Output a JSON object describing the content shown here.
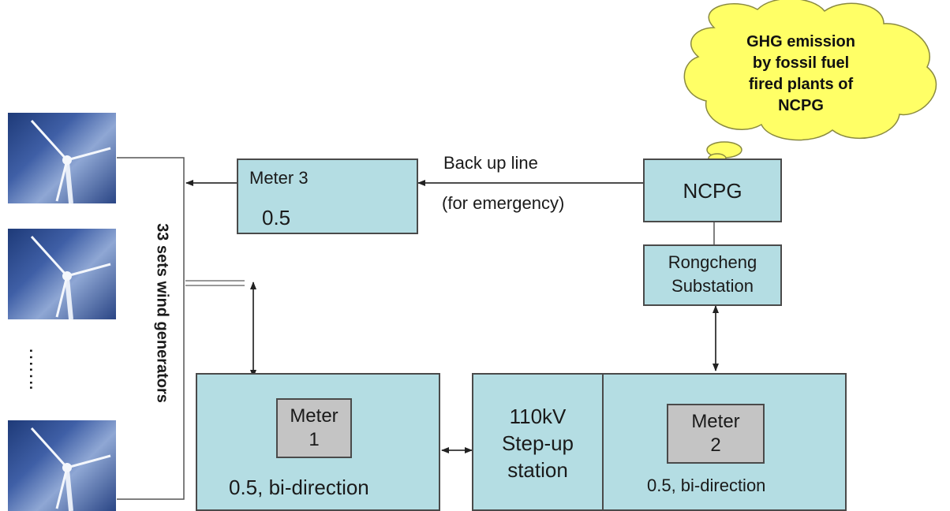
{
  "cloud": {
    "line1": "GHG emission",
    "line2": "by fossil fuel",
    "line3": "fired plants of",
    "line4": "NCPG"
  },
  "wind": {
    "label": "33 sets wind generators",
    "ellipsis": "……."
  },
  "meter3": {
    "label": "Meter 3",
    "value": "0.5"
  },
  "backup": {
    "line1": "Back up line",
    "line2": "(for emergency)"
  },
  "ncpg": {
    "label": "NCPG"
  },
  "substation": {
    "line1": "Rongcheng",
    "line2": "Substation"
  },
  "left_station": {
    "meter_line1": "Meter",
    "meter_line2": "1",
    "value": "0.5, bi-direction"
  },
  "stepup": {
    "line1": "110kV",
    "line2": "Step-up",
    "line3": "station"
  },
  "right_station": {
    "meter_line1": "Meter",
    "meter_line2": "2",
    "value": "0.5, bi-direction"
  },
  "colors": {
    "box_fill": "#b4dde3",
    "meter_fill": "#c4c4c4",
    "cloud_fill": "#ffff66",
    "line": "#4a4a4a"
  }
}
